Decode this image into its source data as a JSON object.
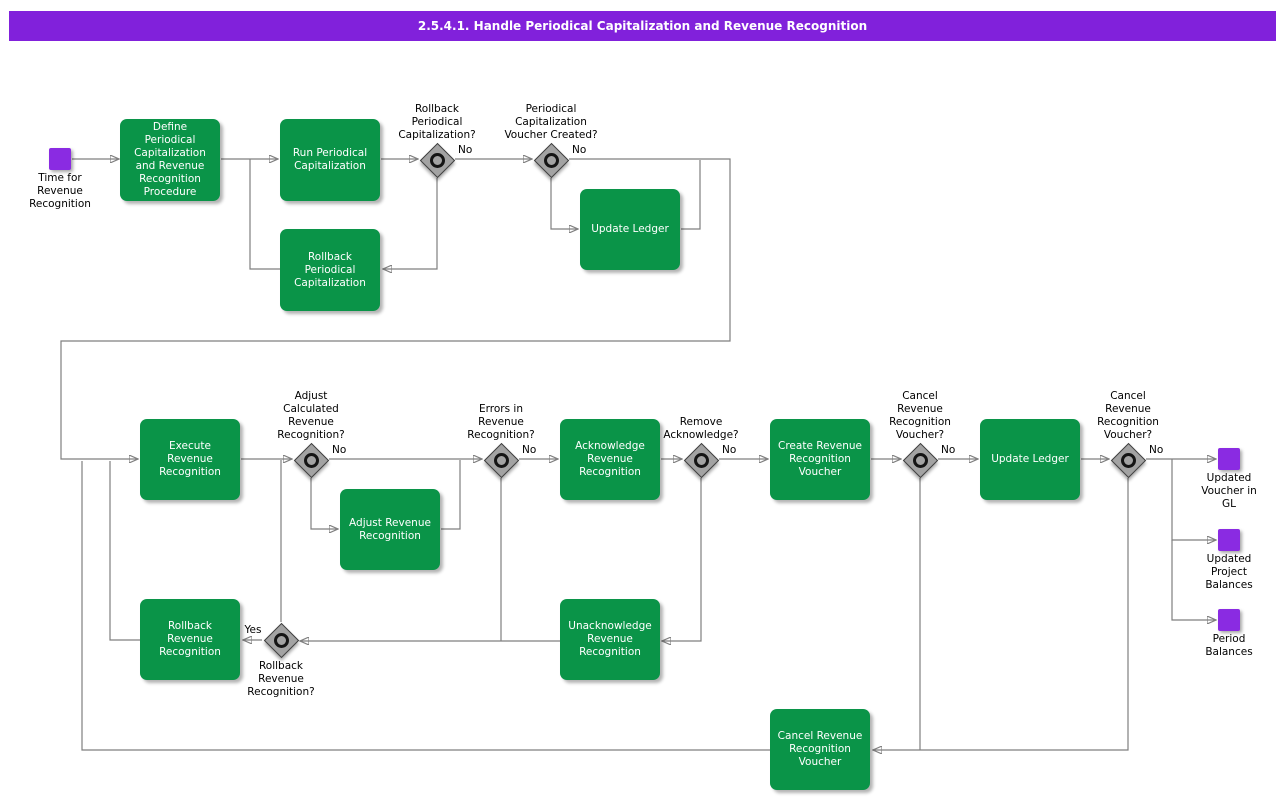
{
  "header": {
    "title": "2.5.4.1. Handle Periodical Capitalization and Revenue Recognition"
  },
  "colors": {
    "header_fill": "#8121DB",
    "task_fill": "#0A9448",
    "event_fill": "#8A2BE2",
    "gateway_fill": "#A3A3A3",
    "connector_line": "#7F7F7F",
    "task_text": "#FFFFFF",
    "label_text": "#000000"
  },
  "events": {
    "start": {
      "label": "Time for\nRevenue\nRecognition"
    },
    "updated_voucher_gl": {
      "label": "Updated\nVoucher in\nGL"
    },
    "updated_project_balances": {
      "label": "Updated\nProject\nBalances"
    },
    "period_balances": {
      "label": "Period\nBalances"
    }
  },
  "tasks": {
    "define_procedure": {
      "label": "Define Periodical\nCapitalization\nand Revenue\nRecognition\nProcedure"
    },
    "run_periodical_capitalization": {
      "label": "Run Periodical\nCapitalization"
    },
    "rollback_periodical_capitalization": {
      "label": "Rollback\nPeriodical\nCapitalization"
    },
    "update_ledger_1": {
      "label": "Update Ledger"
    },
    "execute_revenue_recognition": {
      "label": "Execute\nRevenue\nRecognition"
    },
    "adjust_revenue_recognition": {
      "label": "Adjust Revenue\nRecognition"
    },
    "acknowledge_revenue_recognition": {
      "label": "Acknowledge\nRevenue\nRecognition"
    },
    "create_revenue_recognition_voucher": {
      "label": "Create Revenue\nRecognition\nVoucher"
    },
    "update_ledger_2": {
      "label": "Update Ledger"
    },
    "unacknowledge_revenue_recognition": {
      "label": "Unacknowledge\nRevenue\nRecognition"
    },
    "rollback_revenue_recognition": {
      "label": "Rollback\nRevenue\nRecognition"
    },
    "cancel_revenue_recognition_voucher": {
      "label": "Cancel Revenue\nRecognition\nVoucher"
    }
  },
  "gateways": {
    "rollback_periodical": {
      "question": "Rollback\nPeriodical\nCapitalization?",
      "no_label": "No"
    },
    "voucher_created": {
      "question": "Periodical\nCapitalization\nVoucher Created?",
      "no_label": "No"
    },
    "adjust_calculated": {
      "question": "Adjust\nCalculated\nRevenue\nRecognition?",
      "no_label": "No"
    },
    "errors_in_rr": {
      "question": "Errors in\nRevenue\nRecognition?",
      "no_label": "No"
    },
    "remove_acknowledge": {
      "question": "Remove\nAcknowledge?",
      "no_label": "No"
    },
    "cancel_rr_voucher_1": {
      "question": "Cancel\nRevenue\nRecognition\nVoucher?",
      "no_label": "No"
    },
    "cancel_rr_voucher_2": {
      "question": "Cancel\nRevenue\nRecognition\nVoucher?",
      "no_label": "No"
    },
    "rollback_rr": {
      "question": "Rollback\nRevenue\nRecognition?",
      "yes_label": "Yes"
    }
  }
}
